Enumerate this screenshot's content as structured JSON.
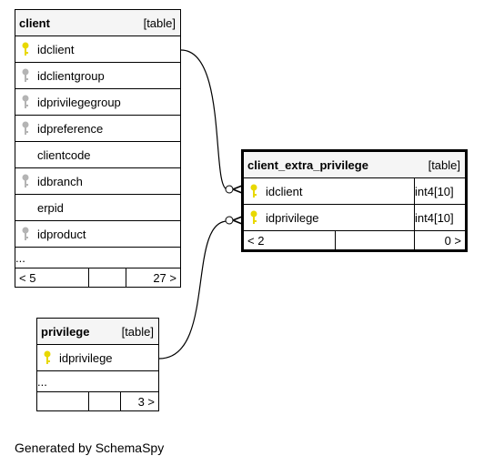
{
  "tables": {
    "client": {
      "name": "client",
      "type": "[table]",
      "columns": [
        "idclient",
        "idclientgroup",
        "idprivilegegroup",
        "idpreference",
        "clientcode",
        "idbranch",
        "erpid",
        "idproduct"
      ],
      "ellipsis": "...",
      "footer": {
        "left": "< 5",
        "right": "27 >"
      }
    },
    "client_extra_privilege": {
      "name": "client_extra_privilege",
      "type": "[table]",
      "columns": [
        {
          "name": "idclient",
          "dtype": "int4[10]"
        },
        {
          "name": "idprivilege",
          "dtype": "int4[10]"
        }
      ],
      "footer": {
        "left": "< 2",
        "right": "0 >"
      }
    },
    "privilege": {
      "name": "privilege",
      "type": "[table]",
      "columns": [
        "idprivilege"
      ],
      "ellipsis": "...",
      "footer": {
        "left": "",
        "right": "3 >"
      }
    }
  },
  "generated_by": "Generated by SchemaSpy",
  "colors": {
    "primary_key": "#e8d800",
    "foreign_key": "#b4b4b4",
    "header_bg": "#f5f5f5"
  }
}
